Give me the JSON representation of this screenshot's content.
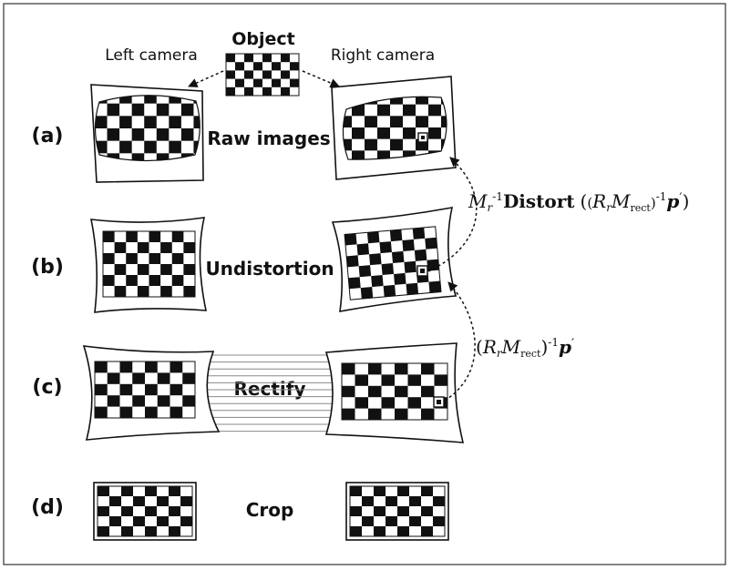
{
  "labels": {
    "object": "Object",
    "left_camera": "Left camera",
    "right_camera": "Right camera",
    "raw_images": "Raw images",
    "undistortion": "Undistortion",
    "rectify": "Rectify",
    "crop": "Crop"
  },
  "rows": [
    {
      "id": "a",
      "label": "(a)"
    },
    {
      "id": "b",
      "label": "(b)"
    },
    {
      "id": "c",
      "label": "(c)"
    },
    {
      "id": "d",
      "label": "(d)"
    }
  ],
  "formulas": {
    "upper": {
      "m": "M",
      "r": "r",
      "inv": "-1",
      "distort": "Distort",
      "open_outer": "(",
      "open_inner": "(",
      "R": "R",
      "r2": "r",
      "M2": "M",
      "rect": "rect",
      "close_inner": ")",
      "inv2": "-1",
      "p": "p",
      "prime": "′",
      "close_outer": ")"
    },
    "lower": {
      "open": "(",
      "R": "R",
      "r": "r",
      "M": "M",
      "rect": "rect",
      "close": ")",
      "inv": "-1",
      "p": "p",
      "prime": "′"
    }
  }
}
